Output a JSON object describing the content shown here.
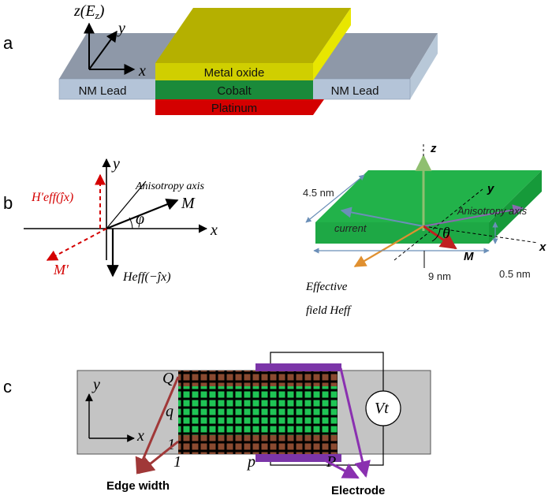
{
  "panel_a": {
    "label": "a",
    "axes": {
      "z": "z(E",
      "z_sub": "z",
      "z_close": ")",
      "y": "y",
      "x": "x"
    },
    "layers": {
      "oxide": "Metal oxide",
      "cobalt": "Cobalt",
      "platinum": "Platinum"
    },
    "leads": {
      "left": "NM Lead",
      "right": "NM Lead"
    },
    "colors": {
      "oxide": "#c9c900",
      "cobalt": "#1f8a3a",
      "platinum": "#d40000",
      "lead": "#8c98a8"
    }
  },
  "panel_b": {
    "label": "b",
    "left": {
      "y": "y",
      "x": "x",
      "anisotropy": "Anisotropy axis",
      "M": "M",
      "M_prime": "M′",
      "phi": "φ",
      "H_prime": "H′eff(ĵx)",
      "H": "Heff(−ĵx)"
    },
    "right": {
      "z": "z",
      "y": "y",
      "x": "x",
      "width_dim": "4.5 nm",
      "length_dim": "9 nm",
      "thickness_dim": "0.5 nm",
      "current": "current",
      "anisotropy": "Anisotropy axis",
      "theta": "θ",
      "M": "M",
      "effective_1": "Effective",
      "effective_2": "field  Heff"
    }
  },
  "panel_c": {
    "label": "c",
    "y": "y",
    "x": "x",
    "Q": "Q",
    "q": "q",
    "one_left": "1",
    "one_bottom": "1",
    "p": "p",
    "P": "P",
    "Vt": "Vt",
    "edge_width": "Edge width",
    "electrode": "Electrode",
    "colors": {
      "edge": "#7a3b2a",
      "center": "#1fa24a",
      "electrode": "#7b35a8",
      "strip": "#c0c0c0"
    }
  }
}
